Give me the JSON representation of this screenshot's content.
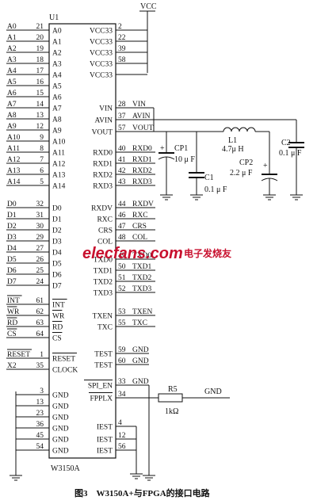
{
  "chip": {
    "ref": "U1",
    "part": "W3150A",
    "left_pins": [
      {
        "net": "A0",
        "num": "21",
        "pin": "A0"
      },
      {
        "net": "A1",
        "num": "20",
        "pin": "A1"
      },
      {
        "net": "A2",
        "num": "19",
        "pin": "A2"
      },
      {
        "net": "A3",
        "num": "18",
        "pin": "A3"
      },
      {
        "net": "A4",
        "num": "17",
        "pin": "A4"
      },
      {
        "net": "A5",
        "num": "16",
        "pin": "A5"
      },
      {
        "net": "A6",
        "num": "15",
        "pin": "A6"
      },
      {
        "net": "A7",
        "num": "14",
        "pin": "A7"
      },
      {
        "net": "A8",
        "num": "13",
        "pin": "A8"
      },
      {
        "net": "A9",
        "num": "12",
        "pin": "A9"
      },
      {
        "net": "A10",
        "num": "9",
        "pin": "A10"
      },
      {
        "net": "A11",
        "num": "8",
        "pin": "A11"
      },
      {
        "net": "A12",
        "num": "7",
        "pin": "A12"
      },
      {
        "net": "A13",
        "num": "6",
        "pin": "A13"
      },
      {
        "net": "A14",
        "num": "5",
        "pin": "A14"
      },
      {
        "net": "D0",
        "num": "32",
        "pin": "D0"
      },
      {
        "net": "D1",
        "num": "31",
        "pin": "D1"
      },
      {
        "net": "D2",
        "num": "30",
        "pin": "D2"
      },
      {
        "net": "D3",
        "num": "29",
        "pin": "D3"
      },
      {
        "net": "D4",
        "num": "27",
        "pin": "D4"
      },
      {
        "net": "D5",
        "num": "26",
        "pin": "D5"
      },
      {
        "net": "D6",
        "num": "25",
        "pin": "D6"
      },
      {
        "net": "D7",
        "num": "24",
        "pin": "D7"
      },
      {
        "net": "INT",
        "num": "61",
        "pin": "INT"
      },
      {
        "net": "WR",
        "num": "62",
        "pin": "WR"
      },
      {
        "net": "RD",
        "num": "63",
        "pin": "RD"
      },
      {
        "net": "CS",
        "num": "64",
        "pin": "CS"
      },
      {
        "net": "RESET",
        "num": "1",
        "pin": "RESET"
      },
      {
        "net": "X2",
        "num": "35",
        "pin": "CLOCK"
      },
      {
        "net": "",
        "num": "3",
        "pin": "GND"
      },
      {
        "net": "",
        "num": "13",
        "pin": "GND"
      },
      {
        "net": "",
        "num": "23",
        "pin": "GND"
      },
      {
        "net": "",
        "num": "36",
        "pin": "GND"
      },
      {
        "net": "",
        "num": "45",
        "pin": "GND"
      },
      {
        "net": "",
        "num": "54",
        "pin": "GND"
      }
    ],
    "right_pins": [
      {
        "pin": "VCC33",
        "num": "2",
        "net": ""
      },
      {
        "pin": "VCC33",
        "num": "22",
        "net": ""
      },
      {
        "pin": "VCC33",
        "num": "39",
        "net": ""
      },
      {
        "pin": "VCC33",
        "num": "58",
        "net": ""
      },
      {
        "pin": "VCC33",
        "num": "",
        "net": ""
      },
      {
        "pin": "VIN",
        "num": "28",
        "net": "VIN"
      },
      {
        "pin": "AVIN",
        "num": "37",
        "net": "AVIN"
      },
      {
        "pin": "VOUT",
        "num": "57",
        "net": "VOUT"
      },
      {
        "pin": "RXD0",
        "num": "40",
        "net": "RXD0"
      },
      {
        "pin": "RXD1",
        "num": "41",
        "net": "RXD1"
      },
      {
        "pin": "RXD2",
        "num": "42",
        "net": "RXD2"
      },
      {
        "pin": "RXD3",
        "num": "43",
        "net": "RXD3"
      },
      {
        "pin": "RXDV",
        "num": "44",
        "net": "RXDV"
      },
      {
        "pin": "RXC",
        "num": "46",
        "net": "RXC"
      },
      {
        "pin": "CRS",
        "num": "47",
        "net": "CRS"
      },
      {
        "pin": "COL",
        "num": "48",
        "net": "COL"
      },
      {
        "pin": "TXD0",
        "num": "49",
        "net": "TXD0"
      },
      {
        "pin": "TXD1",
        "num": "50",
        "net": "TXD1"
      },
      {
        "pin": "TXD2",
        "num": "51",
        "net": "TXD2"
      },
      {
        "pin": "TXD3",
        "num": "52",
        "net": "TXD3"
      },
      {
        "pin": "TXEN",
        "num": "53",
        "net": "TXEN"
      },
      {
        "pin": "TXC",
        "num": "55",
        "net": "TXC"
      },
      {
        "pin": "TEST",
        "num": "59",
        "net": "GND"
      },
      {
        "pin": "TEST",
        "num": "60",
        "net": "GND"
      },
      {
        "pin": "SPI_EN",
        "num": "33",
        "net": "GND"
      },
      {
        "pin": "FPPLX",
        "num": "34",
        "net": ""
      },
      {
        "pin": "IEST",
        "num": "4",
        "net": ""
      },
      {
        "pin": "IEST",
        "num": "12",
        "net": ""
      },
      {
        "pin": "IEST",
        "num": "56",
        "net": ""
      }
    ]
  },
  "power": {
    "vcc": "VCC",
    "gnd_right": "GND"
  },
  "components": {
    "cp1": {
      "ref": "CP1",
      "value": "10 μ F"
    },
    "c1": {
      "ref": "C1",
      "value": "0.1 μ F"
    },
    "l1": {
      "ref": "L1",
      "value": "4.7μ H"
    },
    "cp2": {
      "ref": "CP2",
      "value": "2.2 μ F"
    },
    "c2": {
      "ref": "C2",
      "value": "0.1 μ F"
    },
    "r5": {
      "ref": "R5",
      "value": "1kΩ"
    }
  },
  "watermark": {
    "brand": "elecfans.com",
    "cn": "电子发烧友"
  },
  "caption": "图3　W3150A+与FPGA的接口电路"
}
